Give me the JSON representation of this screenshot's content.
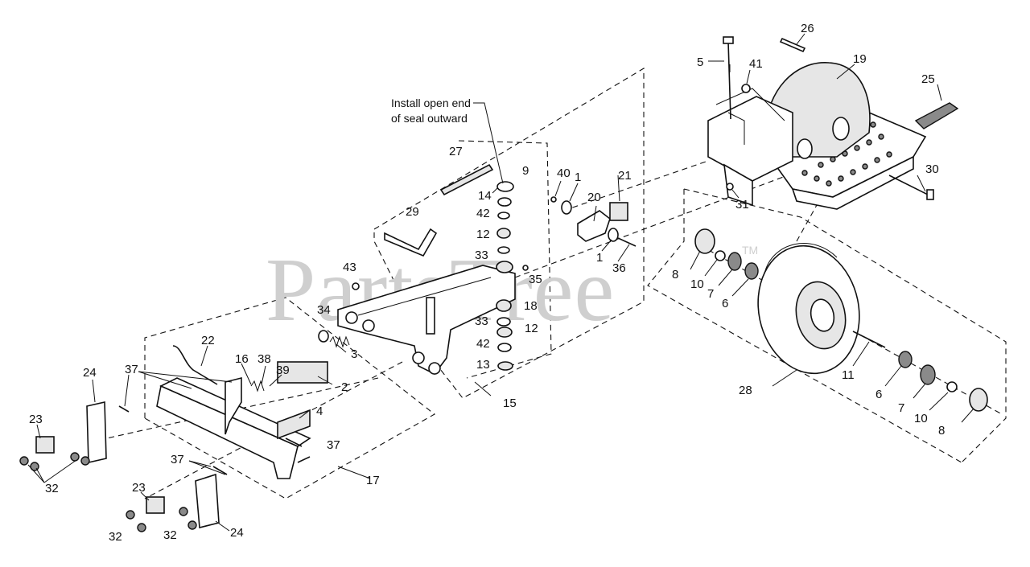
{
  "watermark": {
    "text": "PartsTree",
    "trademark": "TM"
  },
  "note": {
    "line1": "Install open end",
    "line2": "of seal outward"
  },
  "labels": {
    "l1a": "1",
    "l1b": "1",
    "l2": "2",
    "l3": "3",
    "l4": "4",
    "l5": "5",
    "l6a": "6",
    "l6b": "6",
    "l7a": "7",
    "l7b": "7",
    "l8a": "8",
    "l8b": "8",
    "l9": "9",
    "l10a": "10",
    "l10b": "10",
    "l11": "11",
    "l12a": "12",
    "l12b": "12",
    "l13": "13",
    "l14": "14",
    "l15": "15",
    "l16": "16",
    "l17": "17",
    "l18": "18",
    "l19": "19",
    "l20": "20",
    "l21": "21",
    "l22": "22",
    "l23a": "23",
    "l23b": "23",
    "l24a": "24",
    "l24b": "24",
    "l25": "25",
    "l26": "26",
    "l27": "27",
    "l28": "28",
    "l29": "29",
    "l30": "30",
    "l31": "31",
    "l32a": "32",
    "l32b": "32",
    "l32c": "32",
    "l33a": "33",
    "l33b": "33",
    "l34": "34",
    "l35": "35",
    "l36": "36",
    "l37a": "37",
    "l37b": "37",
    "l37c": "37",
    "l38": "38",
    "l39": "39",
    "l40": "40",
    "l41": "41",
    "l42a": "42",
    "l42b": "42",
    "l43": "43"
  },
  "colors": {
    "line": "#111111",
    "watermark": "#cfcfcf",
    "background": "#ffffff"
  }
}
